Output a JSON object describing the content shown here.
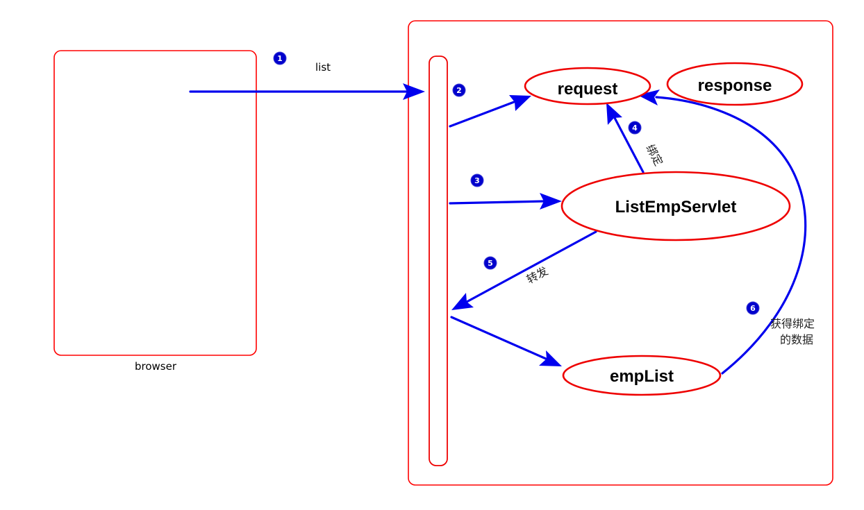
{
  "labels": {
    "browser": "browser",
    "list": "list",
    "bind": "绑定",
    "forward": "转发",
    "get_bound_line1": "获得绑定",
    "get_bound_line2": "的数据"
  },
  "nodes": {
    "request": "request",
    "response": "response",
    "servlet": "ListEmpServlet",
    "emplist": "empList"
  },
  "steps": [
    "1",
    "2",
    "3",
    "4",
    "5",
    "6"
  ],
  "colors": {
    "box_stroke": "#ff0000",
    "node_stroke": "#ee0000",
    "arrow": "#0000ee",
    "badge": "#0000cc"
  }
}
